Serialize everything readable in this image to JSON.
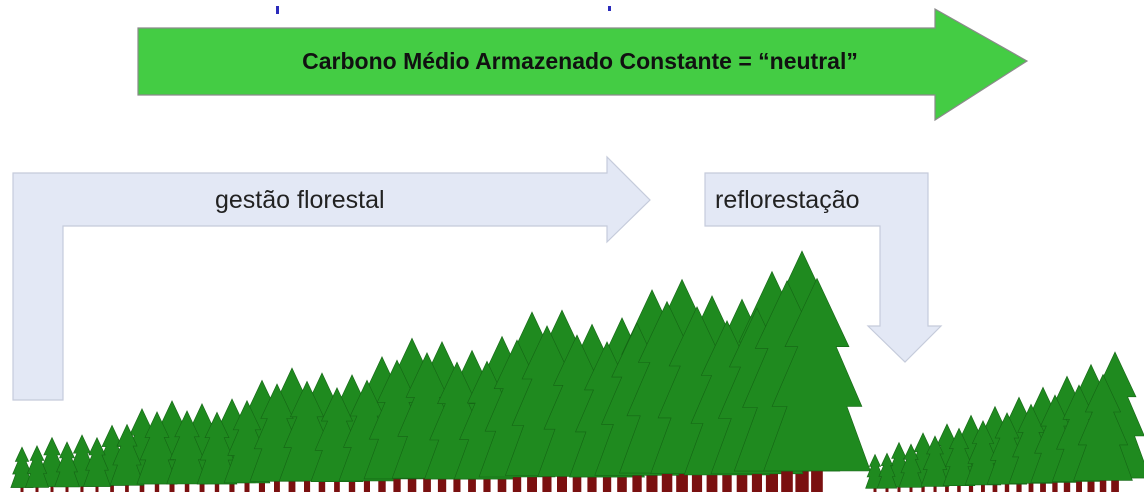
{
  "top_arrow": {
    "label": "Carbono Médio Armazenado Constante = “neutral”",
    "fill": "#44cc44"
  },
  "flow": {
    "management_label": "gestão florestal",
    "reforestation_label": "reflorestação",
    "fill": "#e3e8f5"
  },
  "trees": {
    "foliage_color": "#1f8a1f",
    "trunk_color": "#7a1010"
  }
}
